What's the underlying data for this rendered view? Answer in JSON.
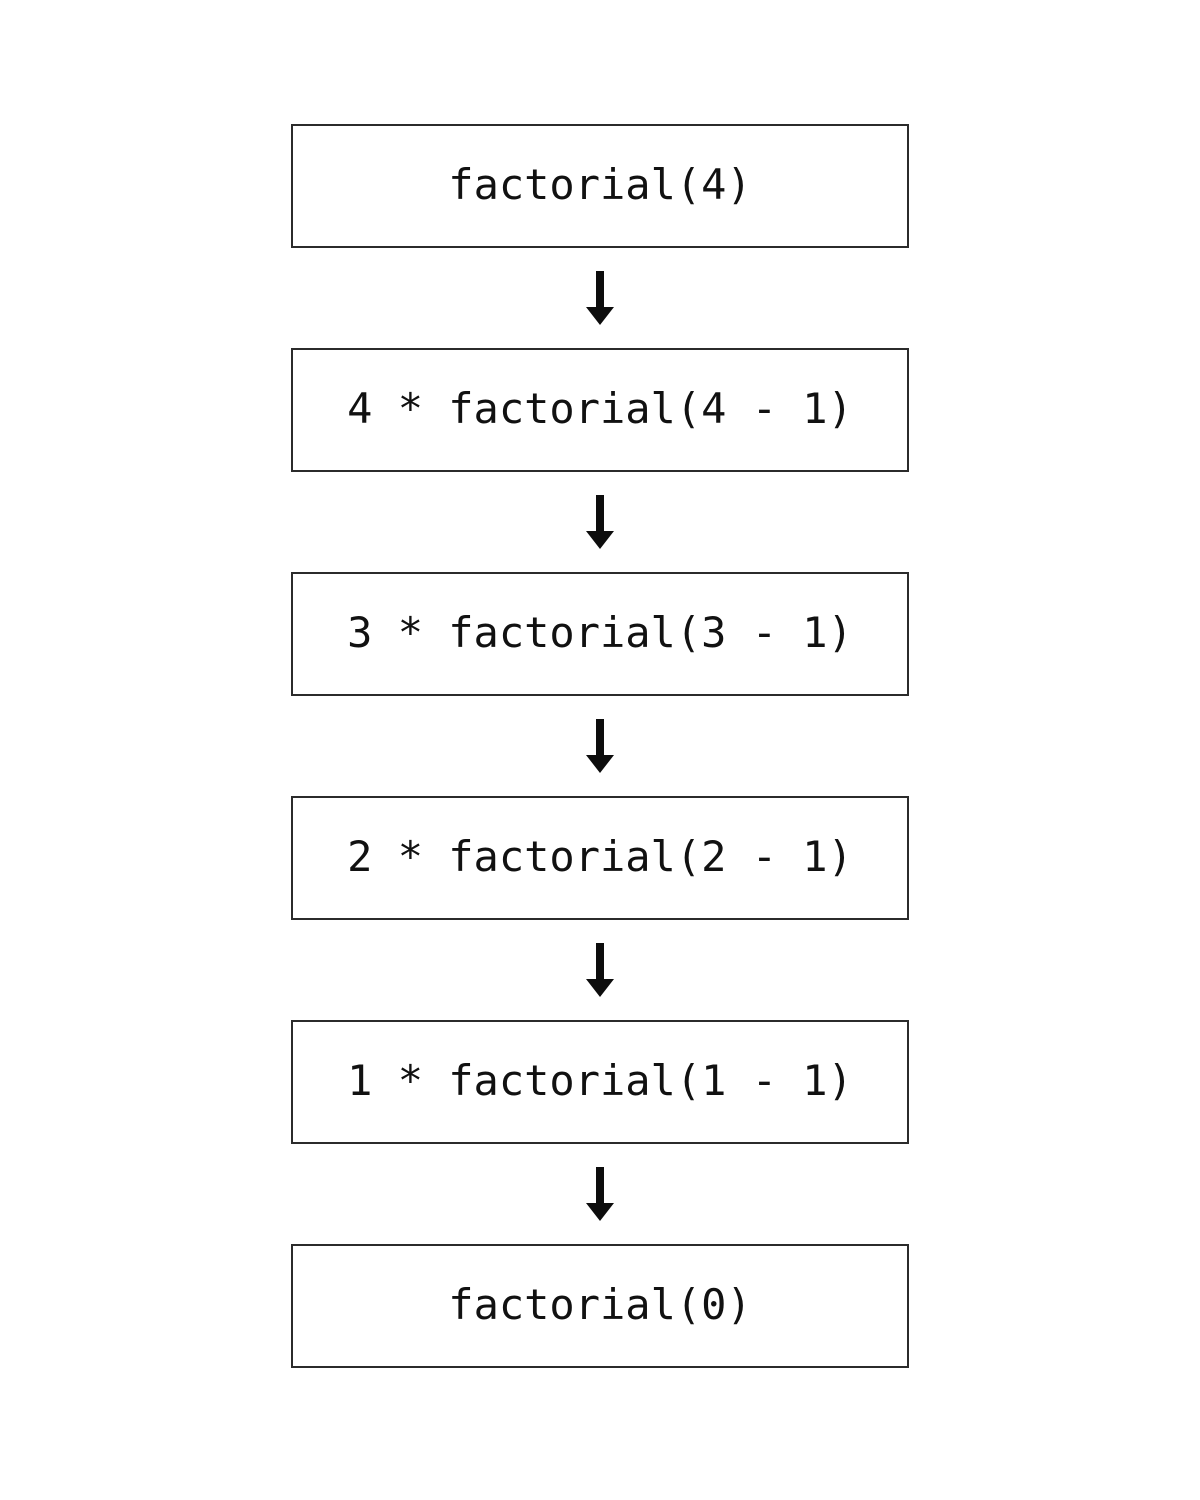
{
  "diagram": {
    "type": "flowchart-vertical",
    "description": "Recursive expansion of factorial(4) down to the base case factorial(0), each step connected by a downward arrow",
    "nodes": [
      {
        "id": "call-factorial-4",
        "label": "factorial(4)"
      },
      {
        "id": "expand-4",
        "label": "4 * factorial(4 - 1)"
      },
      {
        "id": "expand-3",
        "label": "3 * factorial(3 - 1)"
      },
      {
        "id": "expand-2",
        "label": "2 * factorial(2 - 1)"
      },
      {
        "id": "expand-1",
        "label": "1 * factorial(1 - 1)"
      },
      {
        "id": "base-case",
        "label": "factorial(0)"
      }
    ],
    "connector_icon": "down-arrow-icon",
    "colors": {
      "background": "#ffffff",
      "box_fill": "#ffffff",
      "box_border": "#2b2b2b",
      "text": "#111111",
      "arrow": "#0d0d0d"
    }
  }
}
